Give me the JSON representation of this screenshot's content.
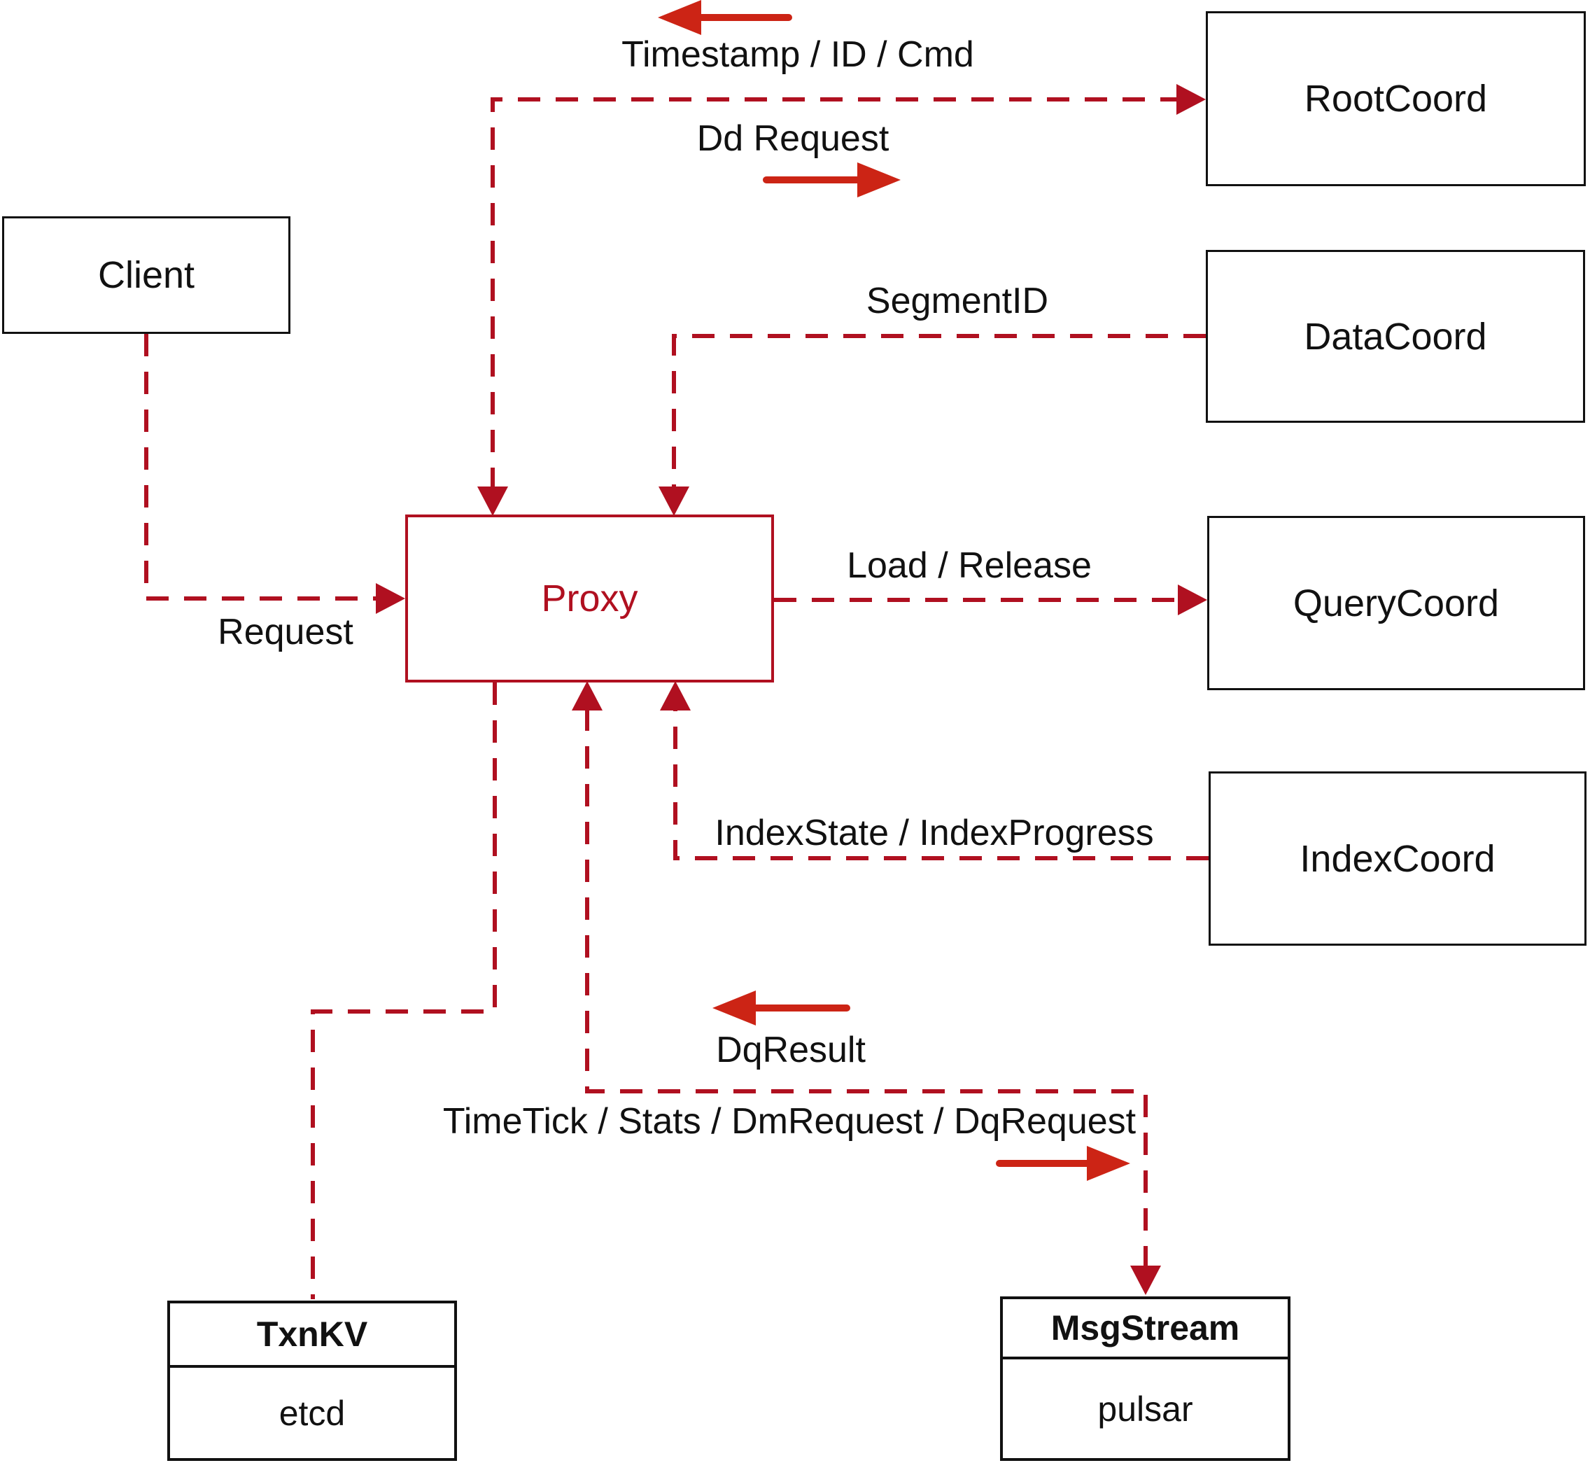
{
  "diagram": {
    "title": "Milvus proxy interaction diagram",
    "colors": {
      "connector_red": "#b01020",
      "solid_arrow_red": "#cc2415",
      "box_border_black": "#111111",
      "background": "#ffffff"
    },
    "nodes": {
      "client": {
        "label": "Client"
      },
      "proxy": {
        "label": "Proxy"
      },
      "root_coord": {
        "label": "RootCoord"
      },
      "data_coord": {
        "label": "DataCoord"
      },
      "query_coord": {
        "label": "QueryCoord"
      },
      "index_coord": {
        "label": "IndexCoord"
      },
      "txn_kv": {
        "title": "TxnKV",
        "subtitle": "etcd"
      },
      "msg_stream": {
        "title": "MsgStream",
        "subtitle": "pulsar"
      }
    },
    "edge_labels": {
      "timestamp": "Timestamp / ID / Cmd",
      "dd_request": "Dd Request",
      "segment_id": "SegmentID",
      "load_release": "Load / Release",
      "request": "Request",
      "index_state": "IndexState / IndexProgress",
      "dq_result": "DqResult",
      "time_tick": "TimeTick / Stats / DmRequest / DqRequest"
    }
  }
}
